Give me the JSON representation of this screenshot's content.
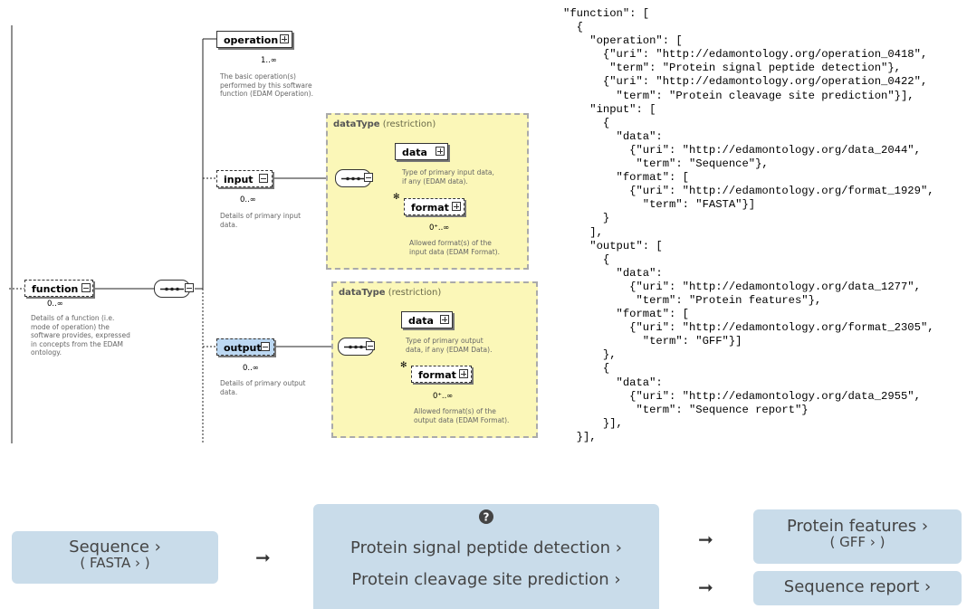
{
  "schema": {
    "function": {
      "label": "function",
      "card": "0..∞",
      "desc": [
        "Details of a function (i.e.",
        "mode of operation) the",
        "software provides, expressed",
        "in concepts from the EDAM",
        "ontology."
      ]
    },
    "operation": {
      "label": "operation",
      "card": "1..∞",
      "desc": [
        "The basic operation(s)",
        "performed by this software",
        "function (EDAM Operation)."
      ]
    },
    "input": {
      "label": "input",
      "card": "0..∞",
      "desc": [
        "Details of primary input",
        "data."
      ]
    },
    "output": {
      "label": "output",
      "card": "0..∞",
      "desc": [
        "Details of primary output",
        "data."
      ]
    },
    "input_dt": {
      "label_bold": "dataType",
      "label_rest": " (restriction)",
      "data": {
        "label": "data",
        "desc": [
          "Type of primary input data,",
          "if any (EDAM data)."
        ]
      },
      "format": {
        "label": "format",
        "card": "0⁺..∞",
        "desc": [
          "Allowed format(s) of the",
          "input data (EDAM Format)."
        ]
      }
    },
    "output_dt": {
      "label_bold": "dataType",
      "label_rest": " (restriction)",
      "data": {
        "label": "data",
        "desc": [
          "Type of primary output",
          "data, if any (EDAM Data)."
        ]
      },
      "format": {
        "label": "format",
        "card": "0⁺..∞",
        "desc": [
          "Allowed format(s) of the",
          "output data (EDAM Format)."
        ]
      }
    }
  },
  "json_text": [
    "\"function\": [",
    "  {",
    "    \"operation\": [",
    "      {\"uri\": \"http://edamontology.org/operation_0418\",",
    "       \"term\": \"Protein signal peptide detection\"},",
    "      {\"uri\": \"http://edamontology.org/operation_0422\",",
    "        \"term\": \"Protein cleavage site prediction\"}],",
    "    \"input\": [",
    "      {",
    "        \"data\":",
    "          {\"uri\": \"http://edamontology.org/data_2044\",",
    "           \"term\": \"Sequence\"},",
    "        \"format\": [",
    "          {\"uri\": \"http://edamontology.org/format_1929\",",
    "            \"term\": \"FASTA\"}]",
    "      }",
    "    ],",
    "    \"output\": [",
    "      {",
    "        \"data\":",
    "          {\"uri\": \"http://edamontology.org/data_1277\",",
    "           \"term\": \"Protein features\"},",
    "        \"format\": [",
    "          {\"uri\": \"http://edamontology.org/format_2305\",",
    "            \"term\": \"GFF\"}]",
    "      },",
    "      {",
    "        \"data\":",
    "          {\"uri\": \"http://edamontology.org/data_2955\",",
    "           \"term\": \"Sequence report\"}",
    "      }],",
    "  }],"
  ],
  "summary": {
    "input_line1": "Sequence ›",
    "input_line2": "( FASTA › )",
    "help_icon": "question-circle-icon",
    "op1": "Protein signal peptide detection ›",
    "op2": "Protein cleavage site prediction ›",
    "out1_line1": "Protein features ›",
    "out1_line2": "( GFF › )",
    "out2": "Sequence report ›",
    "arrow": "➞",
    "colors": {
      "pill": "#c9dcea",
      "schema_box": "#fbf7b8",
      "selected_node": "#bcd8f2"
    }
  }
}
